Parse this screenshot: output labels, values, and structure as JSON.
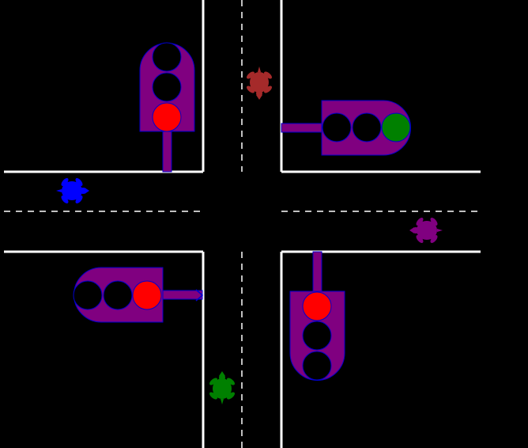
{
  "scene": {
    "background": "#000000",
    "road_edge_color": "#ffffff",
    "lane_divider_color": "#ffffff",
    "traffic_light_housing_color": "#800080",
    "traffic_light_outline_color": "#0000cc",
    "lamp_off_color": "#000000"
  },
  "traffic_lights": [
    {
      "id": "north",
      "state": "red",
      "lit_color": "#ff0000",
      "lamp_order": [
        "off",
        "off",
        "red"
      ]
    },
    {
      "id": "east",
      "state": "green",
      "lit_color": "#008000",
      "lamp_order": [
        "off",
        "off",
        "green"
      ]
    },
    {
      "id": "west",
      "state": "red",
      "lit_color": "#ff0000",
      "lamp_order": [
        "off",
        "off",
        "red"
      ]
    },
    {
      "id": "south",
      "state": "red",
      "lit_color": "#ff0000",
      "lamp_order": [
        "red",
        "off",
        "off"
      ]
    }
  ],
  "turtles": [
    {
      "id": "brown",
      "color": "#a52a2a",
      "heading": "south",
      "icon": "turtle-icon"
    },
    {
      "id": "blue",
      "color": "#0000ff",
      "heading": "east",
      "icon": "turtle-icon"
    },
    {
      "id": "purple",
      "color": "#800080",
      "heading": "west",
      "icon": "turtle-icon"
    },
    {
      "id": "green",
      "color": "#008000",
      "heading": "north",
      "icon": "turtle-icon"
    }
  ]
}
